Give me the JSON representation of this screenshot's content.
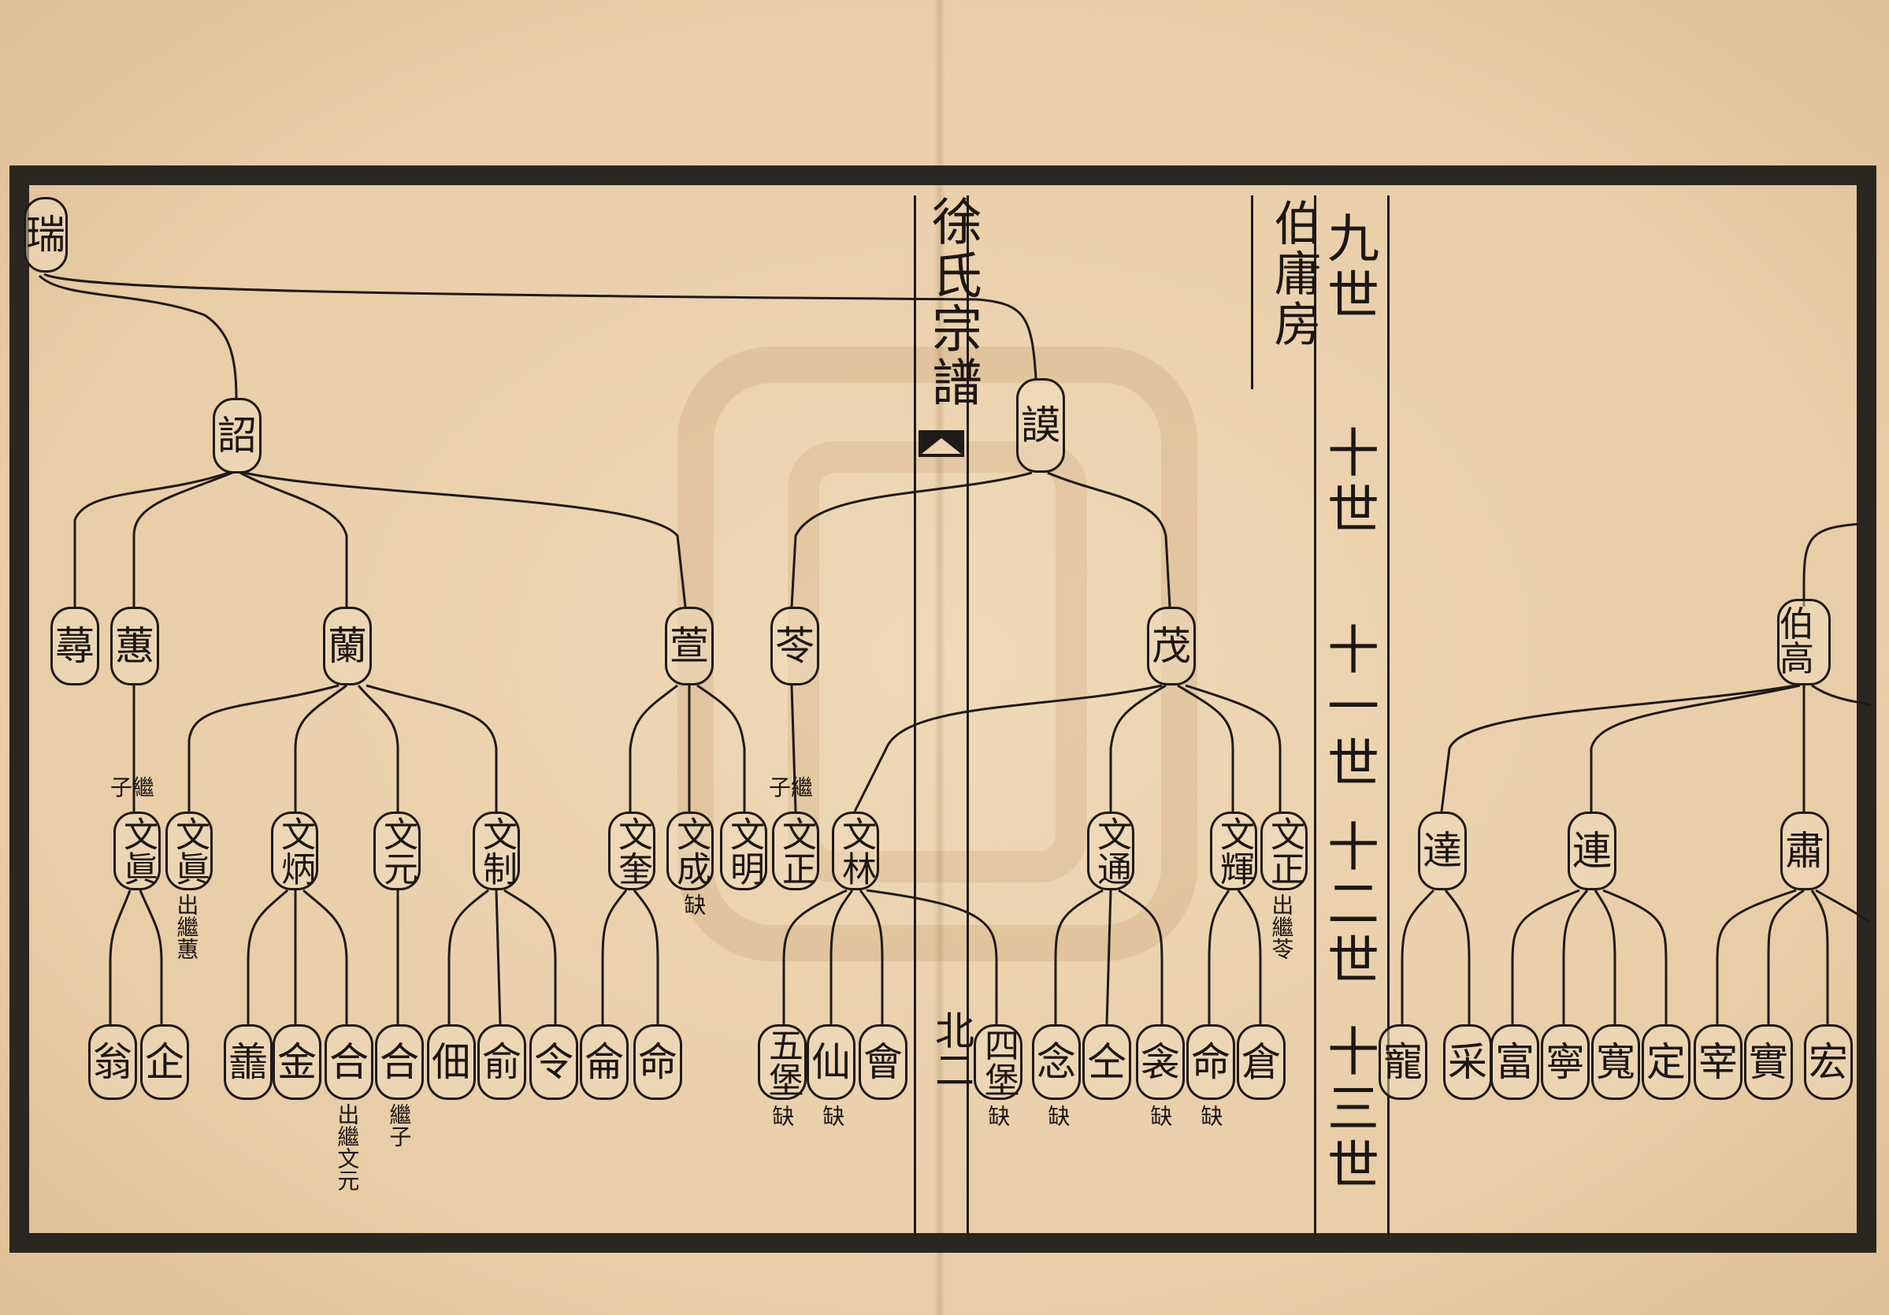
{
  "title": "徐氏宗譜",
  "juan_mark": "",
  "page_number": "北二",
  "branch_label": "伯庸房",
  "generations": [
    "九世",
    "十世",
    "十一世",
    "十二世",
    "十三世"
  ],
  "nodes": {
    "rui": "瑞",
    "zhao": "詔",
    "mo": "謨",
    "zun": "蕁",
    "hui": "蕙",
    "lan": "蘭",
    "xuan": "萱",
    "lin": "苓",
    "mao": "茂",
    "bo_gao": "伯高",
    "da": "達",
    "lian": "連",
    "su": "肅",
    "wenzhen_heir": "文眞",
    "wenzhen": "文眞",
    "wenbing": "文炳",
    "wenyuan": "文元",
    "wenzhi": "文制",
    "wenkui": "文奎",
    "wencheng": "文成",
    "wenming": "文明",
    "wenzheng_heir": "文正",
    "wenlin": "文林",
    "wentong": "文通",
    "wenhui": "文輝",
    "wenzheng": "文正",
    "weng": "翁",
    "qi": "企",
    "shan": "譱",
    "jin": "金",
    "he1": "合",
    "he2": "合",
    "fo": "佃",
    "yu": "俞",
    "ling": "令",
    "lun": "侖",
    "ming1": "命",
    "wubao": "五堡",
    "xian": "仙",
    "hui2": "會",
    "sibao": "四堡",
    "nian": "念",
    "quan": "仝",
    "jin2": "衾",
    "ming2": "命",
    "cang": "倉",
    "chong": "寵",
    "cai": "采",
    "fu": "富",
    "ning": "寧",
    "kuan": "寬",
    "ding": "定",
    "zai": "宰",
    "bao": "實",
    "hong": "宏"
  },
  "annotations": {
    "jizi_left": "子繼",
    "chuji_hui": "出繼蕙",
    "que_wencheng": "缺",
    "jizi_mid": "子繼",
    "chuji_lin": "出繼苓",
    "chuji_wenyuan": "出繼文元",
    "jizi_he": "繼子",
    "que_wubao": "缺",
    "que_xian": "缺",
    "que_sibao": "缺",
    "que_nian": "缺",
    "que_jin2": "缺",
    "que_ming2": "缺"
  }
}
